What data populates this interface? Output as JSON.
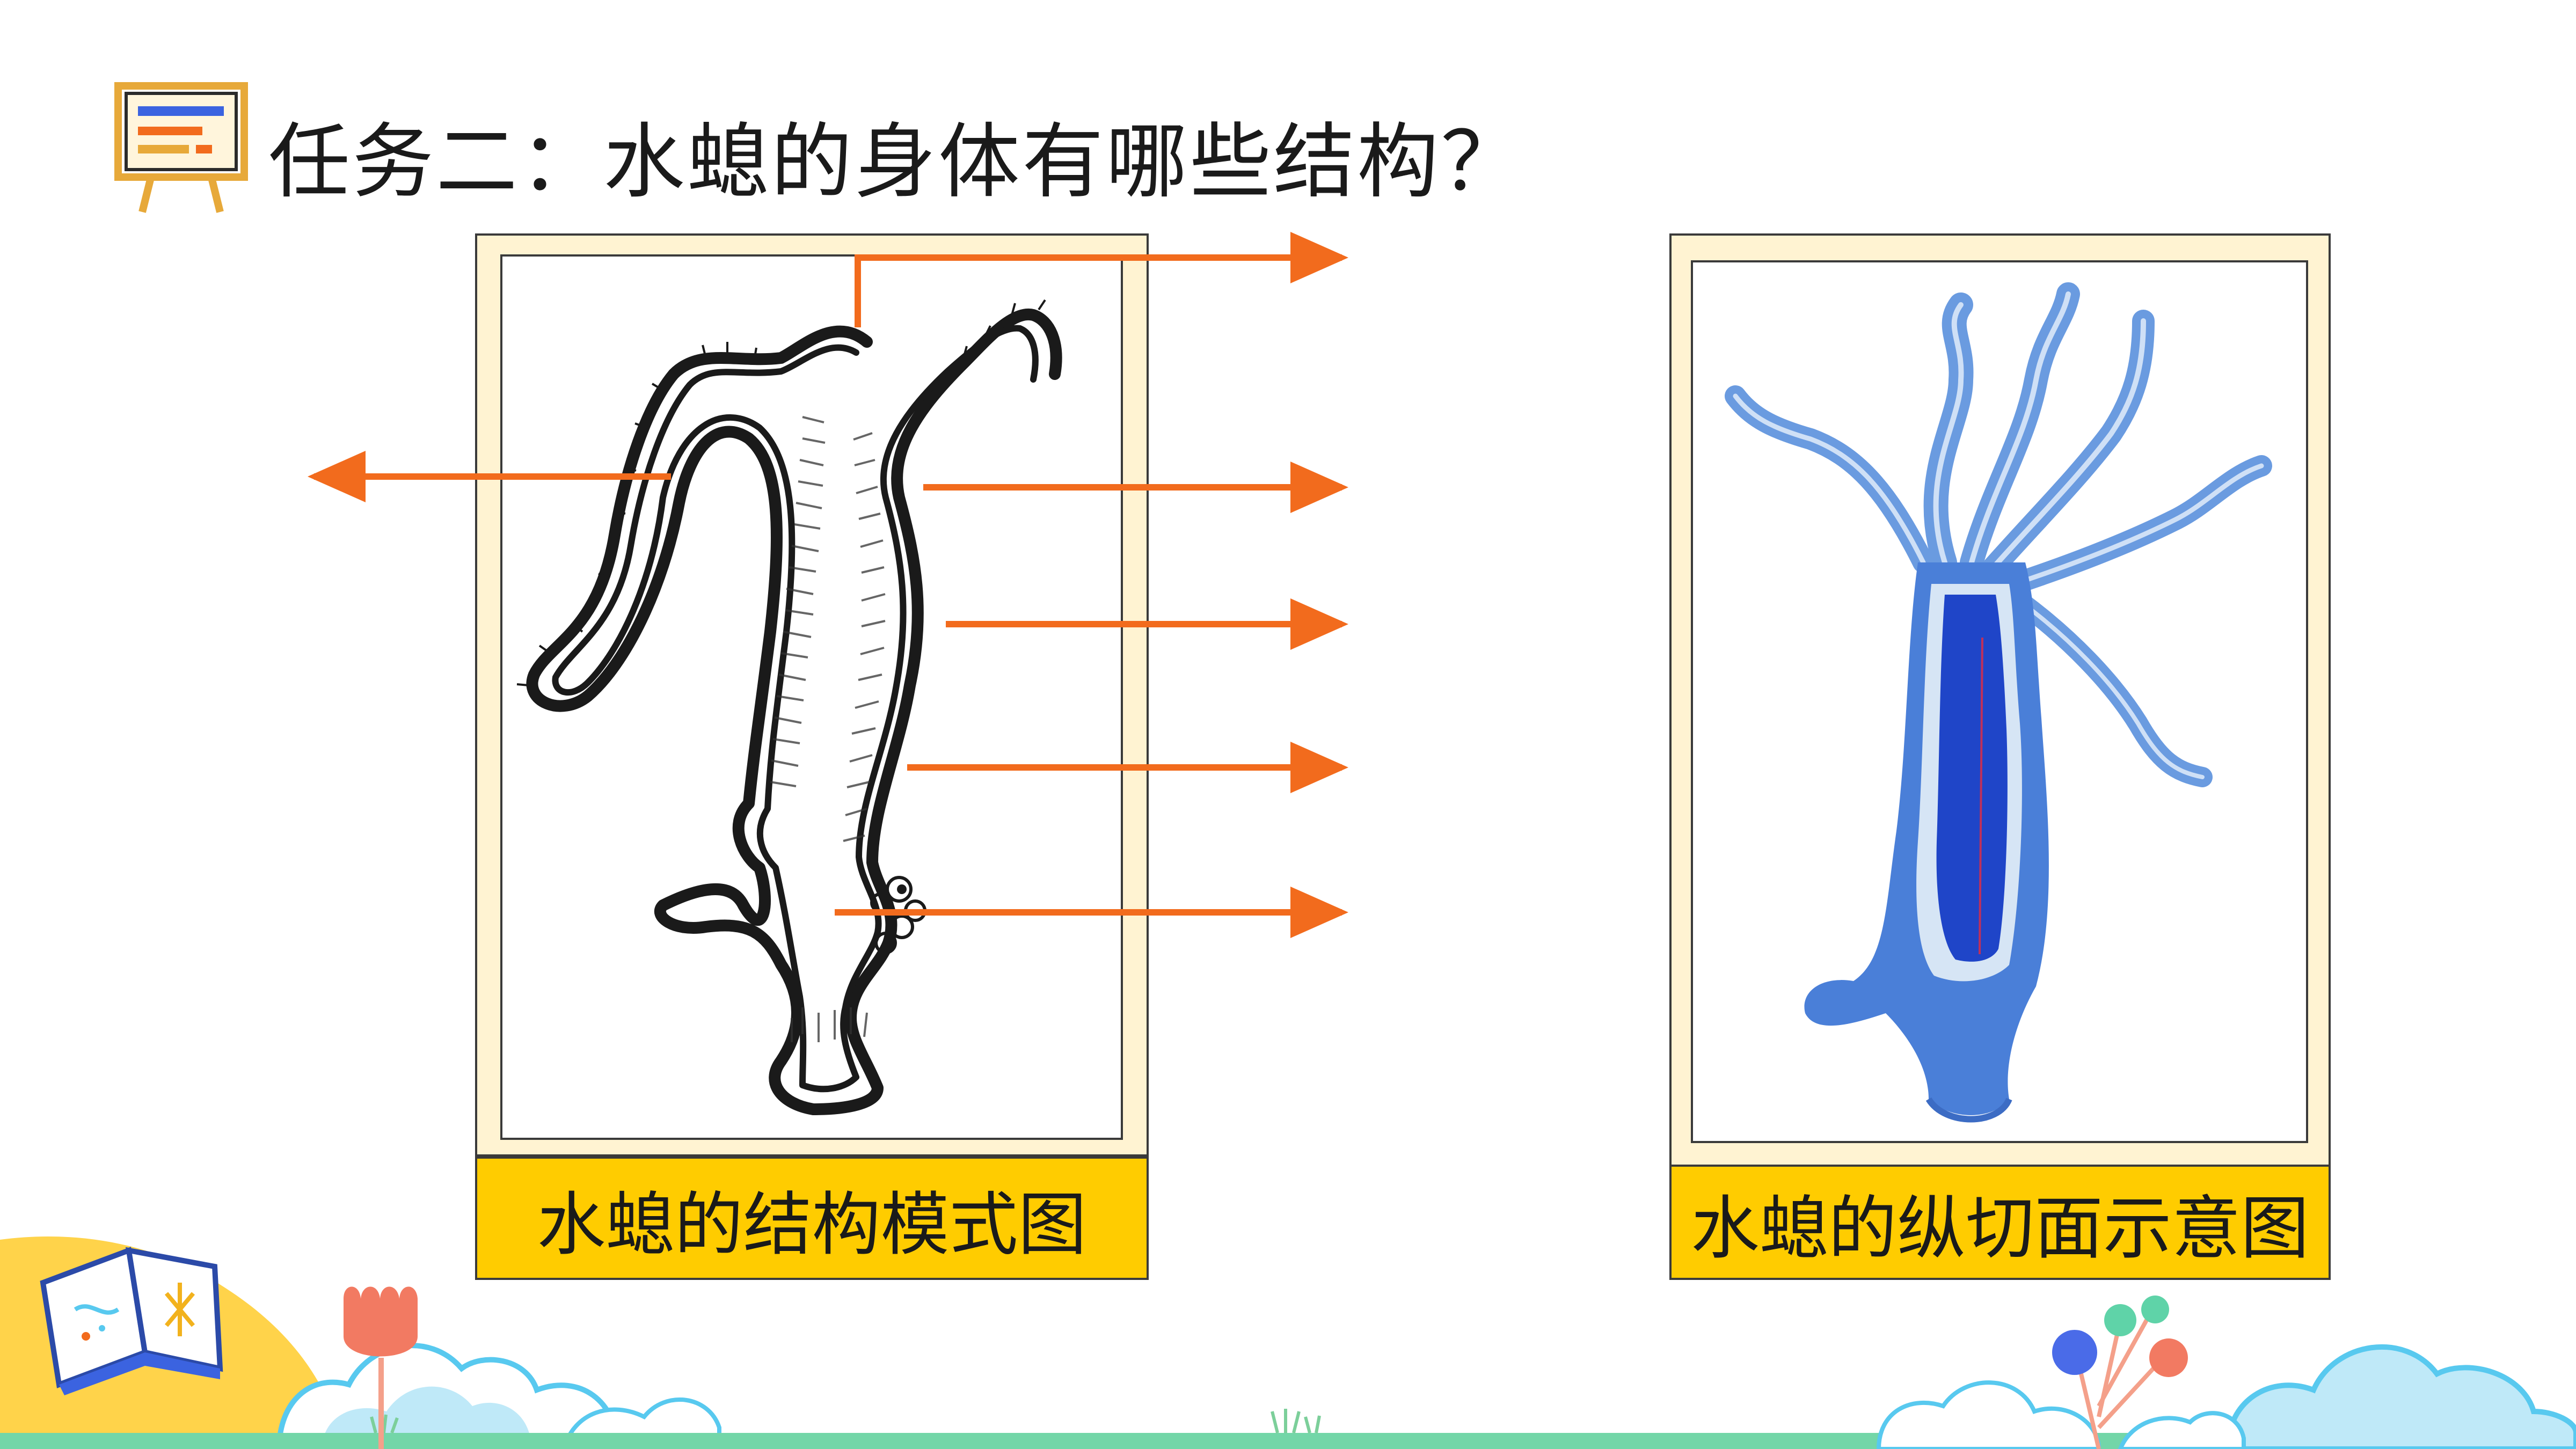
{
  "title": "任务二：水螅的身体有哪些结构？",
  "left_panel": {
    "caption": "水螅的结构模式图"
  },
  "right_panel": {
    "caption": "水螅的纵切面示意图"
  },
  "colors": {
    "arrow": "#f26b1d",
    "caption_bg": "#ffcc00",
    "frame_bg": "#fff3d2",
    "hydra_blue": "#2a5fd8",
    "cloud_blue": "#8fd8f5"
  },
  "icons": [
    "presentation-board-icon",
    "open-book-icon",
    "flower-icon",
    "balloon-tree-icon"
  ]
}
